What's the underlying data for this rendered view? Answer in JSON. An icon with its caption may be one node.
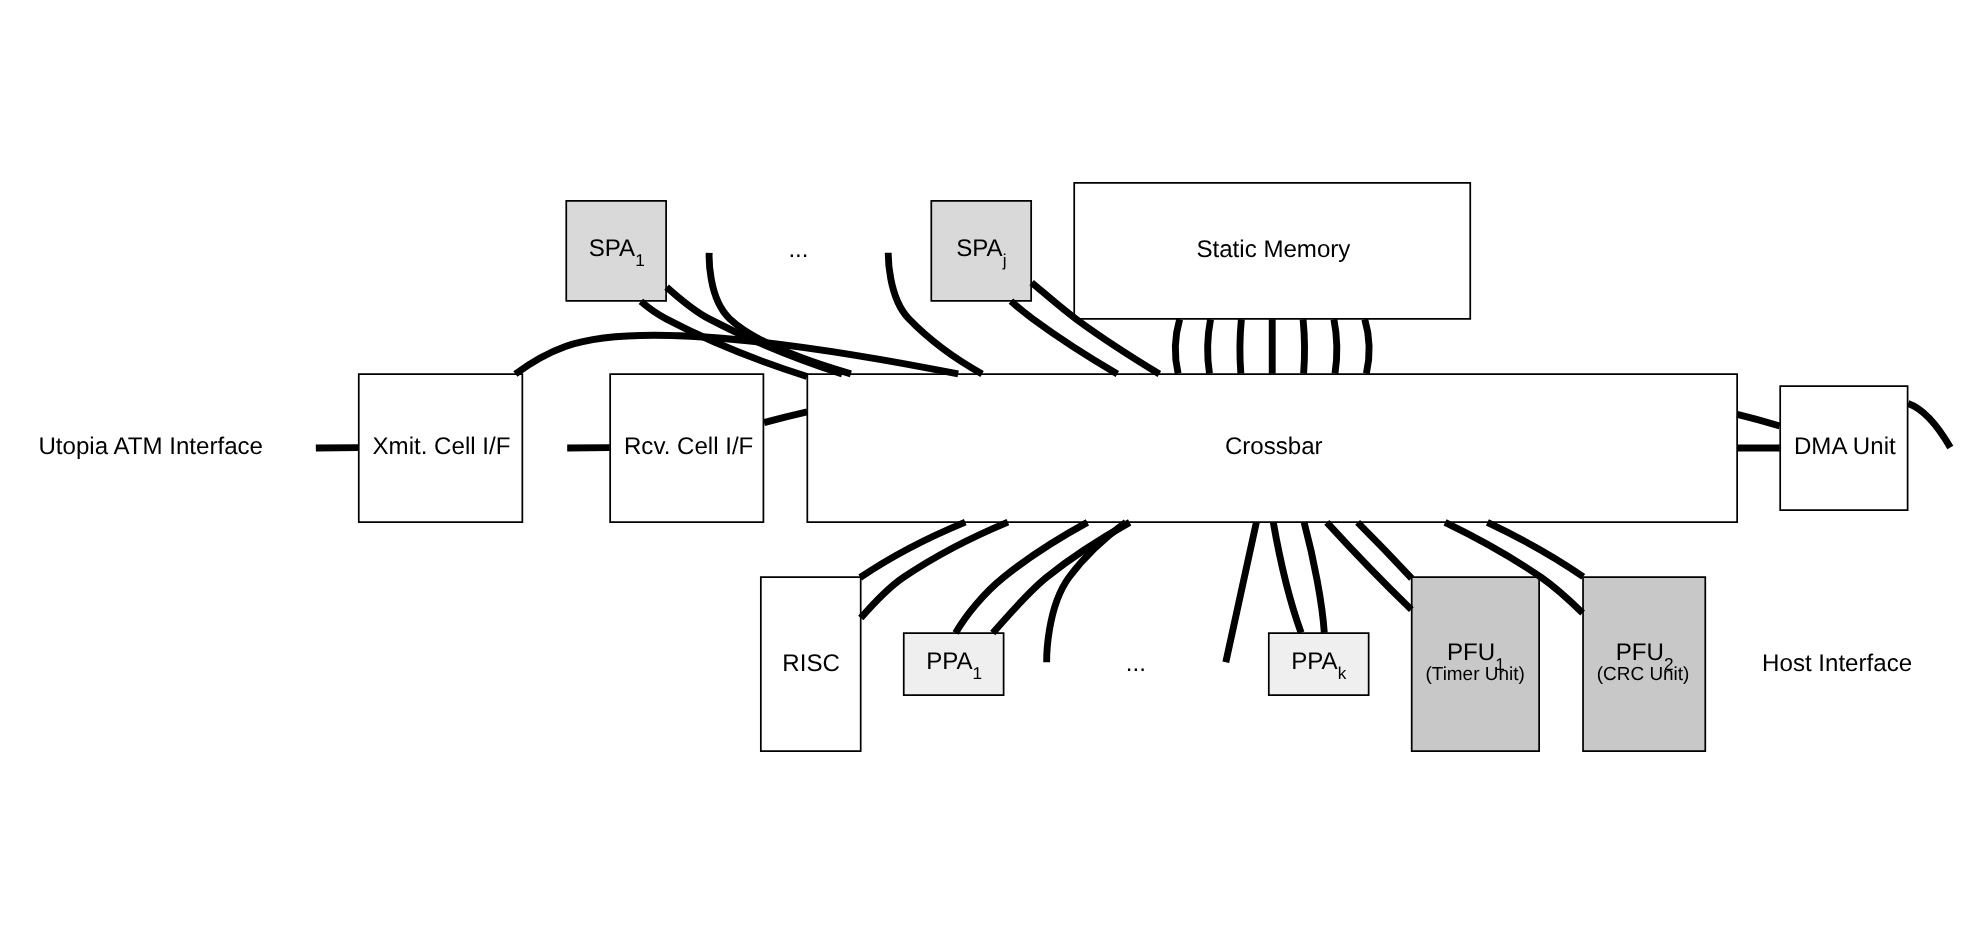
{
  "diagram": {
    "nodes": [
      {
        "text": [
          "Xmit. Cell I/F"
        ]
      },
      {
        "text": [
          "Rcv. Cell I/F"
        ]
      },
      {
        "text": [
          "SPA$_{1}$"
        ]
      },
      {
        "text": [
          "SPA$_{j}$"
        ]
      },
      {
        "text": [
          "Static Memory"
        ]
      },
      {
        "text": [
          "Crossbar"
        ]
      },
      {
        "text": [
          "DMA Unit"
        ]
      },
      {
        "text": [
          "RISC"
        ]
      },
      {
        "text": [
          "PPA$_{1}$"
        ]
      },
      {
        "text": [
          "PPA$_{k}$"
        ]
      },
      {
        "text": [
          "PFU$_{1}$",
          "(Timer Unit)"
        ]
      },
      {
        "text": [
          "PFU$_{2}$",
          "(CRC Unit)"
        ]
      }
    ],
    "edges": [
      {
        "from": null,
        "to": 0,
        "arrow": "none"
      },
      {
        "from": null,
        "to": 1,
        "arrow": "none"
      },
      {
        "from": 0,
        "to": 5,
        "arrow": "none"
      },
      {
        "from": 1,
        "to": 5,
        "arrow": "none"
      },
      {
        "from": 2,
        "to": 5,
        "arrow": "none"
      },
      {
        "from": 2,
        "to": 5,
        "arrow": "none"
      },
      {
        "from": 5,
        "to": null,
        "arrow": "none"
      },
      {
        "from": 5,
        "to": null,
        "arrow": "none"
      },
      {
        "from": 3,
        "to": 5,
        "arrow": "none"
      },
      {
        "from": 3,
        "to": 5,
        "arrow": "none"
      },
      {
        "from": 4,
        "to": 5,
        "arrow": "none"
      },
      {
        "from": 4,
        "to": 5,
        "arrow": "none"
      },
      {
        "from": 4,
        "to": 5,
        "arrow": "none"
      },
      {
        "from": 4,
        "to": 5,
        "arrow": "none"
      },
      {
        "from": 4,
        "to": 5,
        "arrow": "none"
      },
      {
        "from": 4,
        "to": 5,
        "arrow": "none"
      },
      {
        "from": 4,
        "to": 5,
        "arrow": "none"
      },
      {
        "from": 5,
        "to": 6,
        "arrow": "none"
      },
      {
        "from": 5,
        "to": 6,
        "arrow": "none"
      },
      {
        "from": 6,
        "to": null,
        "arrow": "none"
      },
      {
        "from": 5,
        "to": 7,
        "arrow": "none"
      },
      {
        "from": 5,
        "to": 7,
        "arrow": "none"
      },
      {
        "from": 5,
        "to": 8,
        "arrow": "none"
      },
      {
        "from": 5,
        "to": 8,
        "arrow": "none"
      },
      {
        "from": 5,
        "to": null,
        "arrow": "none"
      },
      {
        "from": 5,
        "to": null,
        "arrow": "none"
      },
      {
        "from": 5,
        "to": 9,
        "arrow": "none"
      },
      {
        "from": 5,
        "to": 9,
        "arrow": "none"
      },
      {
        "from": 5,
        "to": 10,
        "arrow": "none"
      },
      {
        "from": 5,
        "to": 10,
        "arrow": "none"
      },
      {
        "from": 5,
        "to": 11,
        "arrow": "none"
      },
      {
        "from": 5,
        "to": 11,
        "arrow": "none"
      }
    ],
    "labels": [
      "...",
      "Utopia ATM Interface",
      "...",
      "Host Interface"
    ]
  }
}
